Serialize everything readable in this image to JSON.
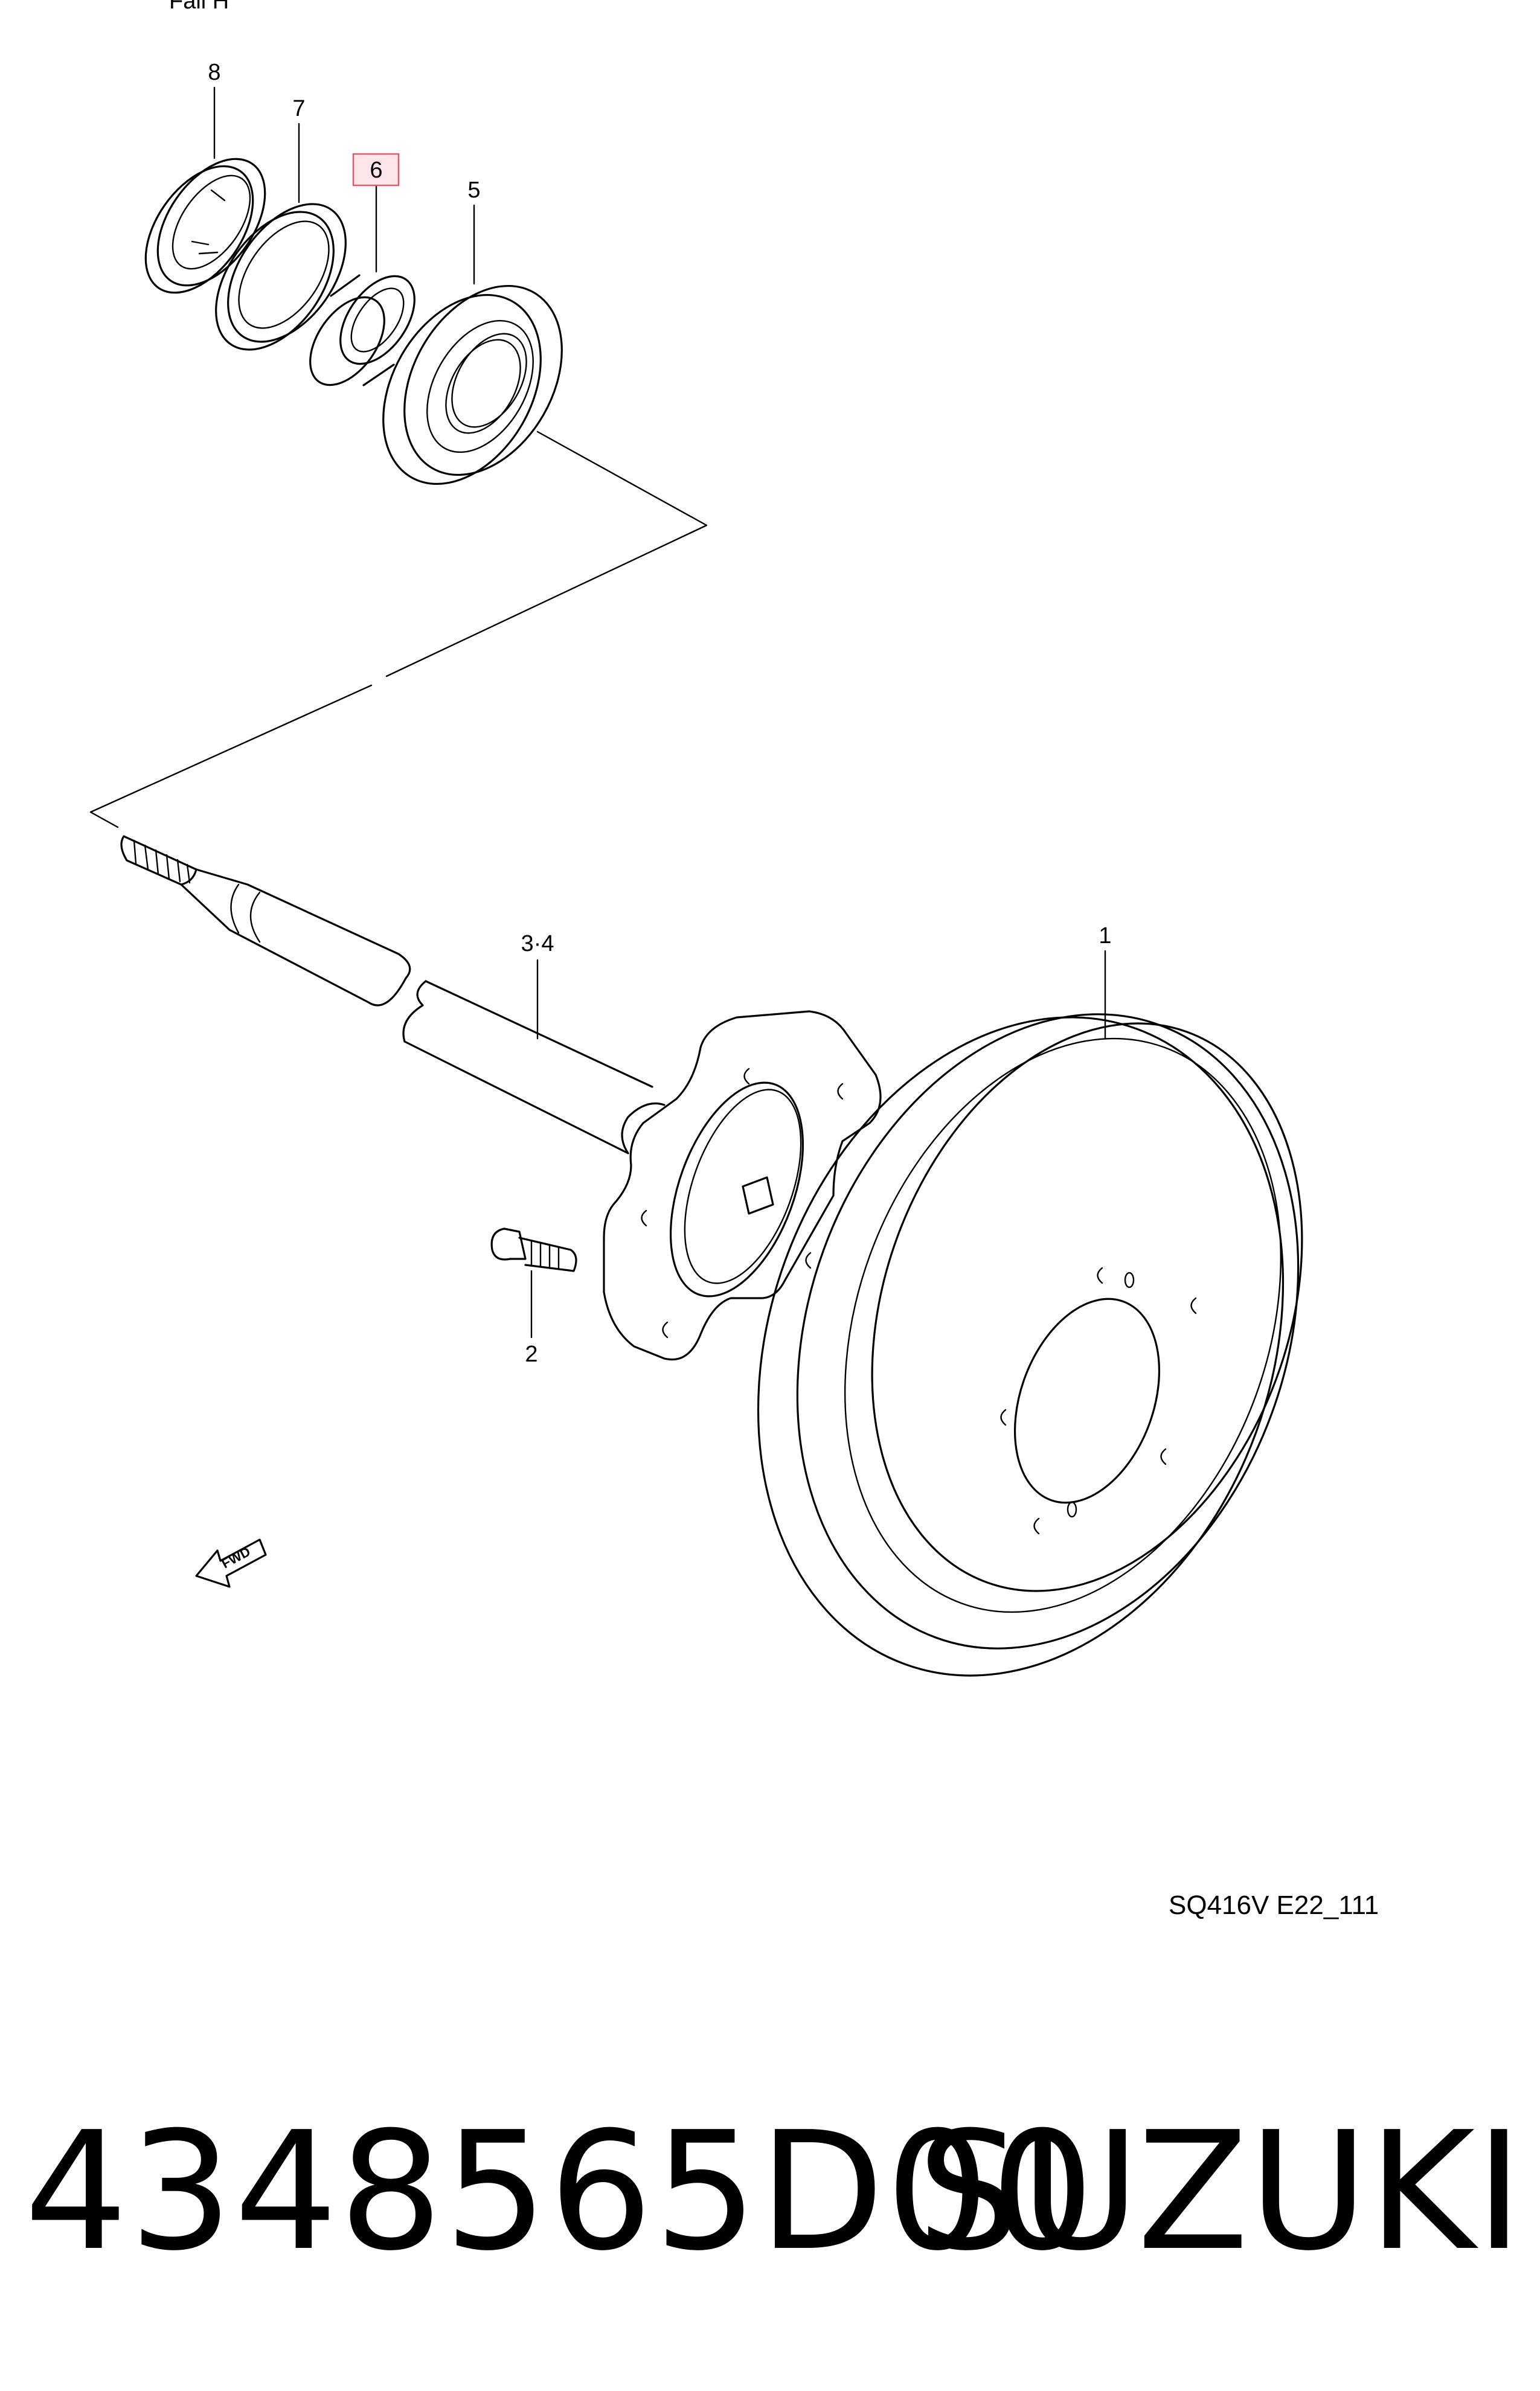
{
  "diagram": {
    "header_fragment": "Fail H",
    "callouts": {
      "c1": "1",
      "c2": "2",
      "c34": "3·4",
      "c5": "5",
      "c6": "6",
      "c7": "7",
      "c8": "8"
    },
    "highlight_color": "#e05a6a",
    "highlighted_callout": "6",
    "fwd_label": "FWD",
    "drawing_code": "SQ416V E22_111"
  },
  "footer": {
    "part_number": "4348565D00",
    "brand": "SUZUKI"
  }
}
